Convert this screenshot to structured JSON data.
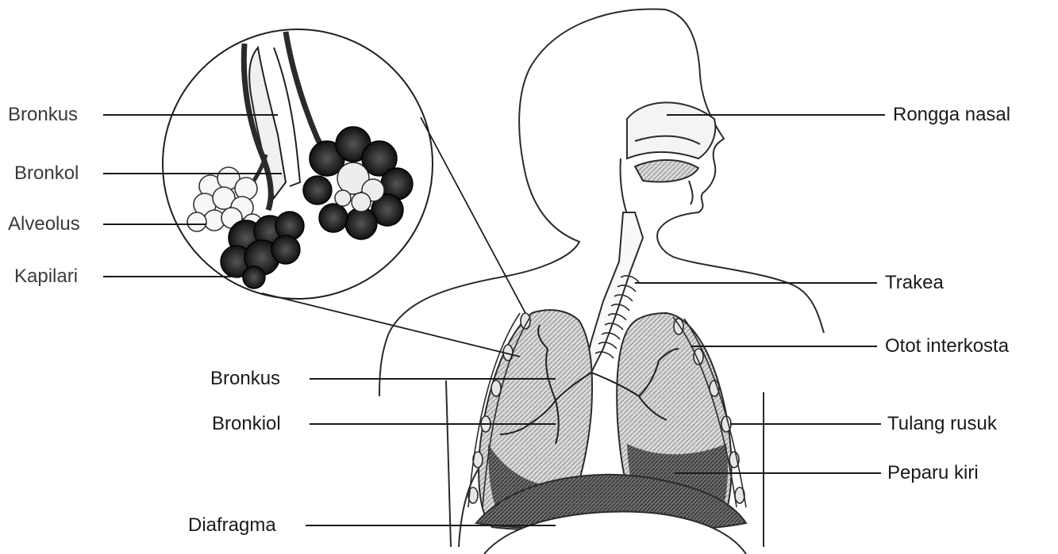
{
  "labels": {
    "inset": {
      "bronkus": "Bronkus",
      "bronkol": "Bronkol",
      "alveolus": "Alveolus",
      "kapilari": "Kapilari"
    },
    "left": {
      "bronkus": "Bronkus",
      "bronkiol": "Bronkiol",
      "diafragma": "Diafragma"
    },
    "right": {
      "rongga_nasal": "Rongga nasal",
      "trakea": "Trakea",
      "otot_interkosta": "Otot interkosta",
      "tulang_rusuk": "Tulang rusuk",
      "peparu_kiri": "Peparu kiri"
    }
  }
}
